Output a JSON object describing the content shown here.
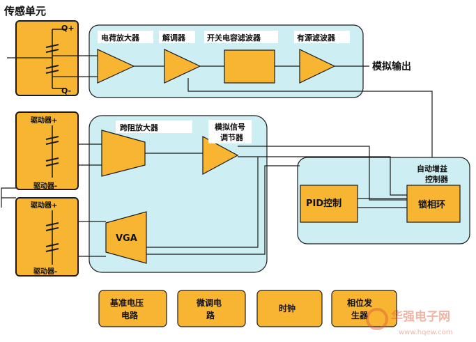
{
  "sensor": {
    "title": "传感单元",
    "q_plus": "Q+",
    "q_minus": "Q-"
  },
  "drivers": [
    {
      "top": "驱动器+",
      "bottom": "驱动器-"
    },
    {
      "top": "驱动器+",
      "bottom": "驱动器-"
    }
  ],
  "top_chain": {
    "charge_amp": "电荷放大器",
    "demodulator": "解调器",
    "sc_filter": "开关电容滤波器",
    "active_filter": "有源滤波器",
    "output": "模拟输出"
  },
  "mid_chain": {
    "tia": "跨阻放大器",
    "conditioner_l1": "模拟信号",
    "conditioner_l2": "调节器",
    "vga": "VGA"
  },
  "agc": {
    "title_l1": "自动增益",
    "title_l2": "控制器",
    "pid": "PID控制",
    "pll": "锁相环"
  },
  "bottom_blocks": [
    {
      "l1": "基准电压",
      "l2": "电路"
    },
    {
      "l1": "微调电",
      "l2": "路"
    },
    {
      "l1": "时钟",
      "l2": ""
    },
    {
      "l1": "相位发",
      "l2": "生器"
    }
  ],
  "watermark": {
    "name": "华强电子网",
    "url": "www.hqew.com"
  },
  "colors": {
    "panel": "#cdeef2",
    "block": "#f7b531",
    "stroke": "#1a1a1a"
  }
}
